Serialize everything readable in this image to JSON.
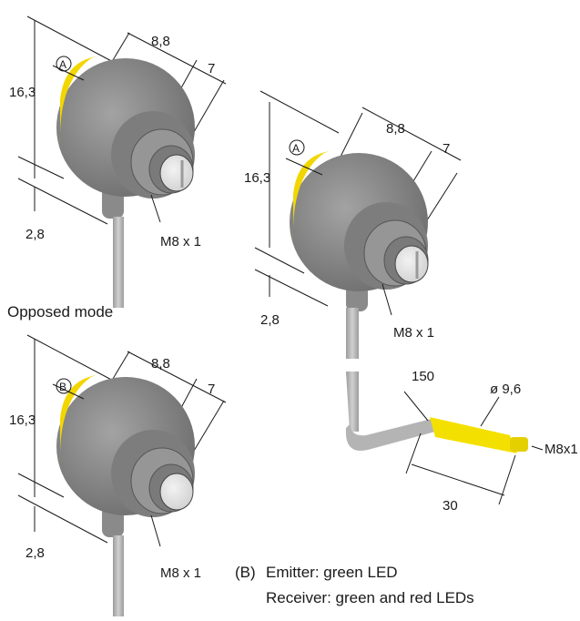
{
  "labels": {
    "dim_height": "16,3",
    "dim_depth": "8,8",
    "dim_front": "7",
    "dim_bottom": "2,8",
    "thread": "M8 x 1",
    "marker_a": "A",
    "marker_b": "B",
    "opposed_mode": "Opposed mode",
    "cable_length": "150",
    "connector_diameter": "ø 9,6",
    "connector_thread": "M8x1",
    "connector_length": "30",
    "legend_b_prefix": "(B)",
    "legend_b_line1": "Emitter: green LED",
    "legend_b_line2": "Receiver: green and red LEDs"
  },
  "colors": {
    "housing": "#8e8e8e",
    "housing_dark": "#6e6e6e",
    "lens_ring": "#f2d600",
    "cable": "#b8b8b8",
    "connector": "#f4e000",
    "line": "#1a1a1a"
  }
}
